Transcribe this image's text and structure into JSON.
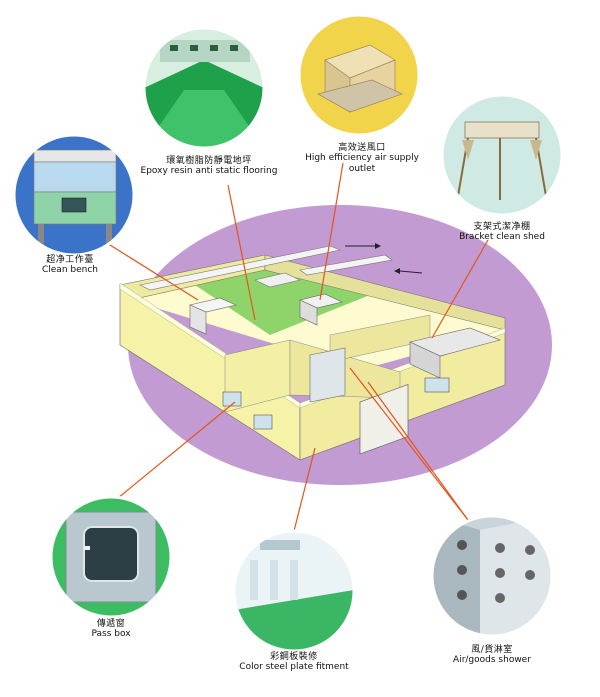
{
  "callouts": [
    {
      "id": "epoxy",
      "cn": "環氧樹脂防靜電地坪",
      "en": "Epoxy resin anti static flooring"
    },
    {
      "id": "hepa",
      "cn": "高效送風口",
      "en": "High efficiency air supply outlet"
    },
    {
      "id": "bracket",
      "cn": "支架式潔净棚",
      "en": "Bracket clean shed"
    },
    {
      "id": "bench",
      "cn": "超净工作臺",
      "en": "Clean bench"
    },
    {
      "id": "passbox",
      "cn": "傳遞窗",
      "en": "Pass box"
    },
    {
      "id": "steel",
      "cn": "彩鋼板裝修",
      "en": "Color steel plate fitment"
    },
    {
      "id": "shower",
      "cn": "風/貨淋室",
      "en": "Air/goods shower"
    }
  ],
  "colors": {
    "ellipse": "#c39bd3",
    "wall": "#f6f2a8",
    "floor": "#8fd46a",
    "leader": "#e2561d",
    "photo_frame": "#ffffff"
  }
}
